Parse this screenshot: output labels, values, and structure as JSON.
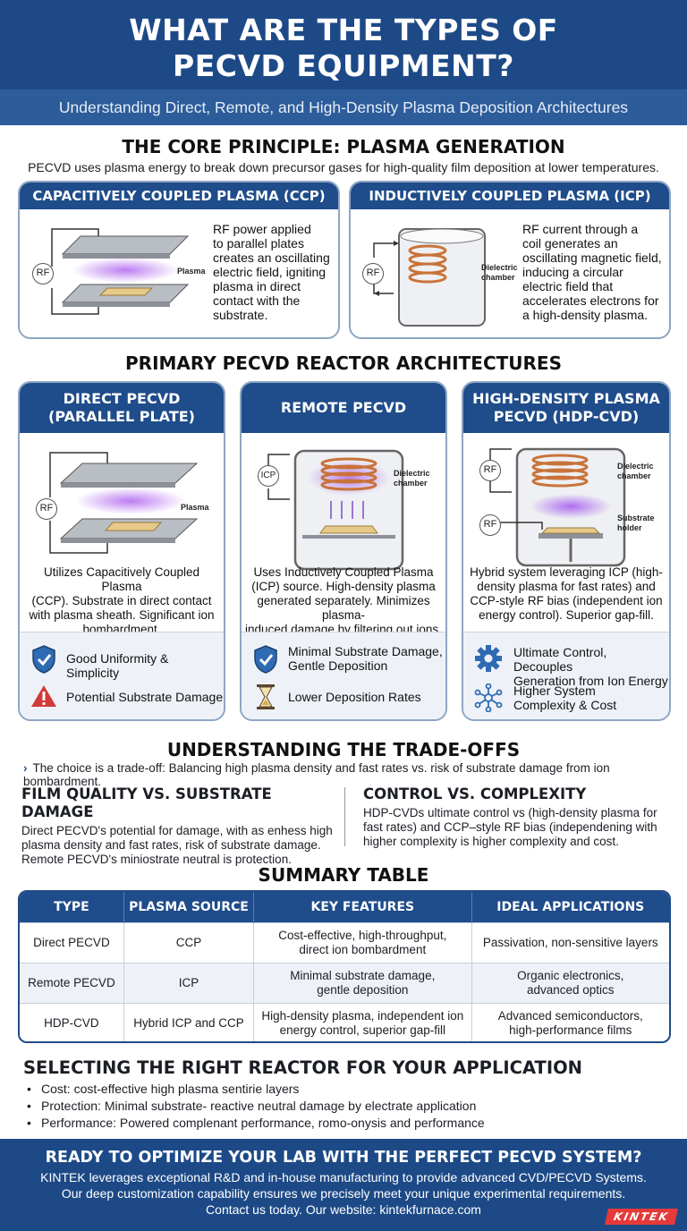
{
  "header": {
    "title_line1": "WHAT ARE THE TYPES OF",
    "title_line2": "PECVD EQUIPMENT?",
    "subtitle": "Understanding Direct, Remote, and High-Density Plasma Deposition Architectures"
  },
  "core": {
    "title": "THE CORE PRINCIPLE: PLASMA GENERATION",
    "desc": "PECVD uses plasma energy to break down precursor gases for high-quality film deposition at lower temperatures.",
    "ccp": {
      "title": "CAPACITIVELY COUPLED PLASMA (CCP)",
      "rf": "RF",
      "plasma_label": "Plasma",
      "lines": [
        "RF power applied",
        "to parallel plates",
        "creates an oscillating",
        "electric field, igniting",
        "plasma in direct",
        "contact with the",
        "substrate."
      ]
    },
    "icp": {
      "title": "INDUCTIVELY COUPLED PLASMA (ICP)",
      "rf": "RF",
      "chamber_label": "Dielectric chamber",
      "lines": [
        "RF current through a",
        "coil generates an",
        "oscillating magnetic field,",
        "inducing a circular",
        "electric field that",
        "accelerates electrons for",
        "a high-density plasma."
      ]
    }
  },
  "arch": {
    "title": "PRIMARY PECVD REACTOR ARCHITECTURES",
    "direct": {
      "title1": "DIRECT PECVD",
      "title2": "(PARALLEL PLATE)",
      "rf": "RF",
      "plasma_label": "Plasma",
      "lines": [
        "Utilizes Capacitively Coupled Plasma",
        "(CCP). Substrate in direct contact",
        "with plasma sheath. Significant ion",
        "bombardment."
      ],
      "pro": "Good Uniformity & Simplicity",
      "con": "Potential Substrate Damage"
    },
    "remote": {
      "title": "REMOTE PECVD",
      "icp": "ICP",
      "chamber_label": "Dielectric chamber",
      "lines": [
        "Uses Inductively Coupled Plasma",
        "(ICP) source. High-density plasma",
        "generated separately. Minimizes plasma-",
        "induced damage by filtering out ions."
      ],
      "pro1": "Minimal Substrate Damage,",
      "pro2": "Gentle Deposition",
      "con": "Lower Deposition Rates"
    },
    "hdp": {
      "title1": "HIGH-DENSITY PLASMA",
      "title2": "PECVD (HDP-CVD)",
      "rf1": "RF",
      "rf2": "RF",
      "chamber_label": "Dielectric chamber",
      "holder_label": "Substrate holder",
      "lines": [
        "Hybrid system leveraging ICP (high-",
        "density plasma for fast rates) and",
        "CCP-style RF bias (independent ion",
        "energy control). Superior gap-fill."
      ],
      "pro1": "Ultimate Control, Decouples",
      "pro2": "Generation from Ion Energy",
      "con1": "Higher System",
      "con2": "Complexity & Cost"
    }
  },
  "tradeoffs": {
    "title": "UNDERSTANDING THE TRADE-OFFS",
    "intro": "The choice is a trade-off: Balancing high plasma density and fast rates vs. risk of substrate damage from ion bombardment.",
    "left": {
      "title": "FILM QUALITY VS. SUBSTRATE DAMAGE",
      "lines": [
        "Direct PECVD's potential for damage, with as enhess high",
        "plasma density and fast rates, risk of substrate damage.",
        "Remote PECVD's miniostrate neutral is protection."
      ]
    },
    "right": {
      "title": "CONTROL VS. COMPLEXITY",
      "lines": [
        "HDP-CVDs ultimate control vs (high-density plasma for",
        "fast rates) and CCP–style RF bias (independening with",
        "higher complexity is higher complexity and cost."
      ]
    }
  },
  "summary": {
    "title": "SUMMARY TABLE",
    "headers": [
      "TYPE",
      "PLASMA SOURCE",
      "KEY FEATURES",
      "IDEAL APPLICATIONS"
    ],
    "rows": [
      {
        "type": "Direct PECVD",
        "source": "CCP",
        "feat1": "Cost-effective, high-throughput,",
        "feat2": "direct ion bombardment",
        "app1": "Passivation, non-sensitive layers",
        "app2": ""
      },
      {
        "type": "Remote PECVD",
        "source": "ICP",
        "feat1": "Minimal substrate damage,",
        "feat2": "gentle deposition",
        "app1": "Organic electronics,",
        "app2": "advanced optics"
      },
      {
        "type": "HDP-CVD",
        "source": "Hybrid ICP and CCP",
        "feat1": "High-density plasma, independent ion",
        "feat2": "energy control, superior gap-fill",
        "app1": "Advanced semiconductors,",
        "app2": "high-performance films"
      }
    ]
  },
  "select": {
    "title": "SELECTING THE RIGHT REACTOR FOR YOUR APPLICATION",
    "bullets": [
      "Cost: cost-effective high plasma sentirie layers",
      "Protection: Minimal substrate- reactive neutral damage by electrate application",
      "Performance: Powered complenant performance, romo-onysis and performance"
    ]
  },
  "footer": {
    "title": "READY TO OPTIMIZE YOUR LAB WITH THE PERFECT PECVD SYSTEM?",
    "line1": "KINTEK leverages exceptional R&D and in-house manufacturing to provide advanced CVD/PECVD Systems.",
    "line2": "Our deep customization capability ensures we precisely meet your unique experimental requirements.",
    "line3": "Contact us today. Our website: kintekfurnace.com",
    "logo": "KINTEK"
  },
  "colors": {
    "navy": "#1d4a87",
    "plasma": "#b46ef0",
    "coil": "#c8733a",
    "danger": "#d13a3a"
  }
}
